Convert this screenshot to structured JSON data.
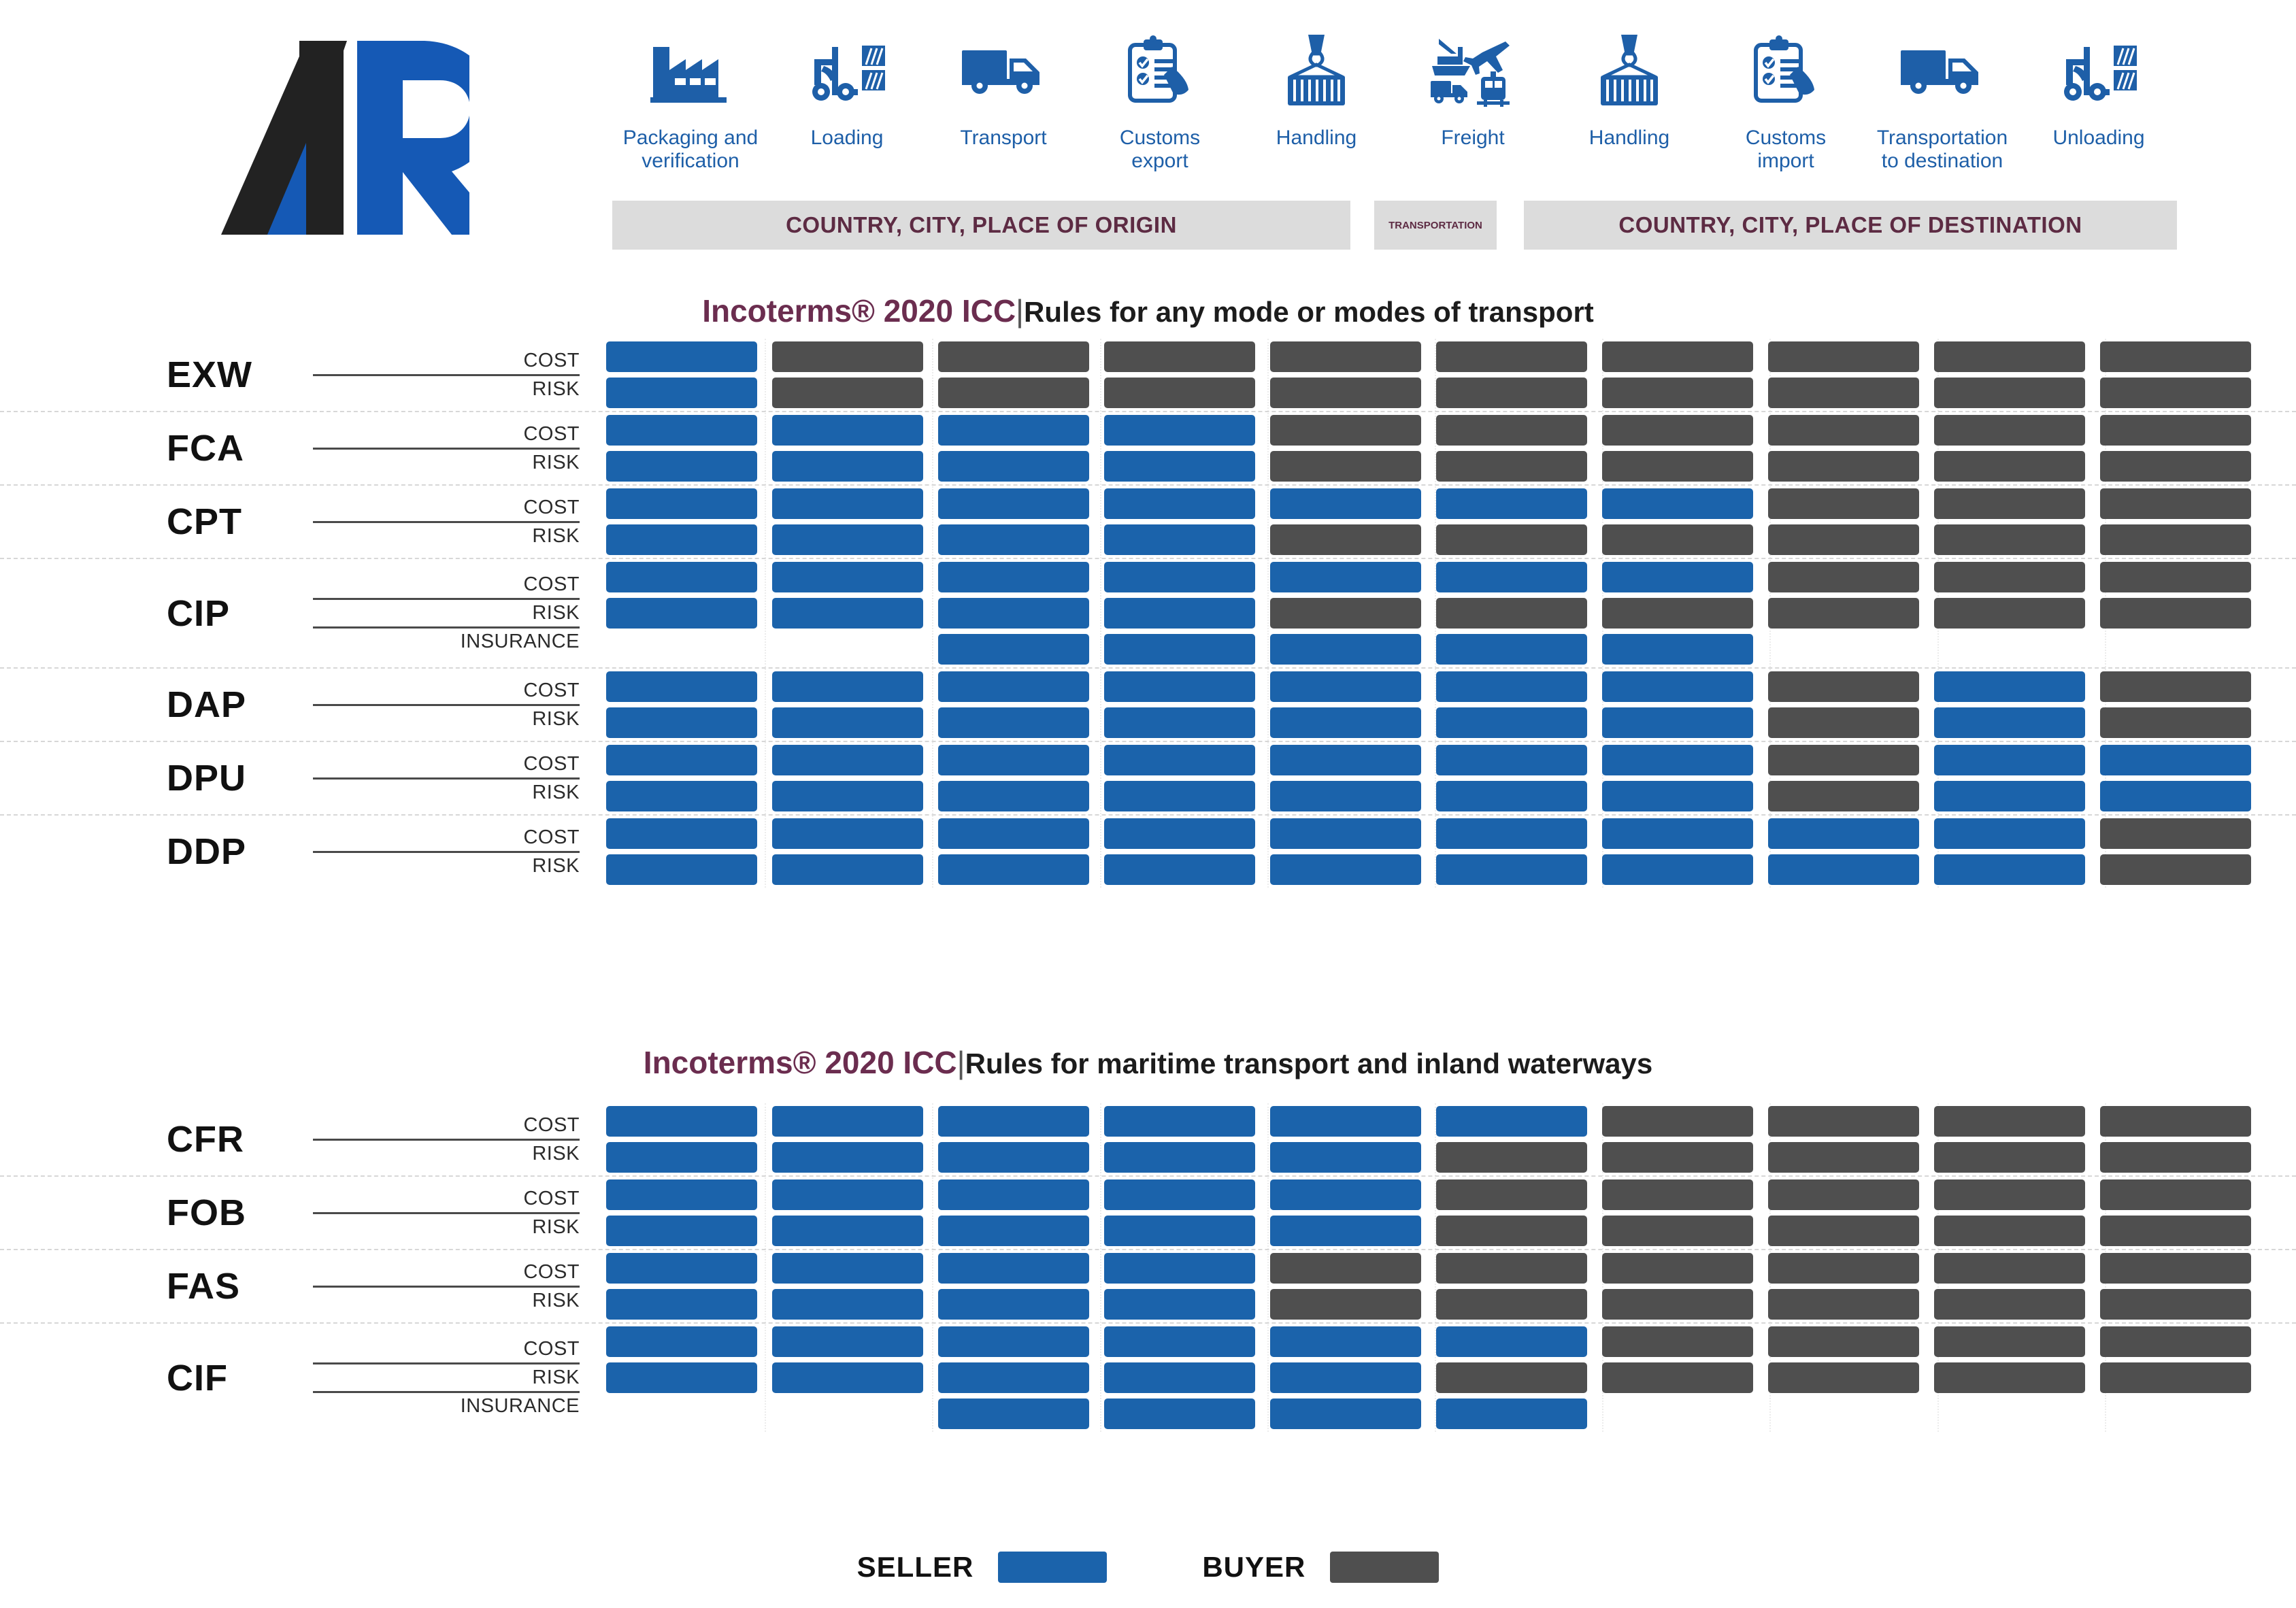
{
  "logo": {
    "name": "AR",
    "dark_color": "#222222",
    "blue_color": "#1559b5"
  },
  "header": {
    "stages": [
      {
        "icon": "factory-icon",
        "label": "Packaging and\nverification"
      },
      {
        "icon": "forklift-loading-icon",
        "label": "Loading"
      },
      {
        "icon": "truck-icon",
        "label": "Transport"
      },
      {
        "icon": "customs-clipboard-icon",
        "label": "Customs\nexport"
      },
      {
        "icon": "container-crane-icon",
        "label": "Handling"
      },
      {
        "icon": "freight-multimodal-icon",
        "label": "Freight"
      },
      {
        "icon": "container-crane-icon",
        "label": "Handling"
      },
      {
        "icon": "customs-clipboard-icon",
        "label": "Customs\nimport"
      },
      {
        "icon": "truck-icon",
        "label": "Transportation\nto destination"
      },
      {
        "icon": "forklift-unloading-icon",
        "label": "Unloading"
      }
    ],
    "origin_bar": "COUNTRY, CITY, PLACE OF ORIGIN",
    "transport_bar": "TRANSPORTATION",
    "destination_bar": "COUNTRY, CITY, PLACE OF DESTINATION"
  },
  "sections": [
    {
      "title_brand": "Incoterms® 2020 ICC",
      "title_sep": "|",
      "title_rest": "Rules for any mode or modes of transport",
      "rows": [
        {
          "code": "EXW",
          "lines": [
            {
              "label": "COST",
              "cells": [
                "S",
                "B",
                "B",
                "B",
                "B",
                "B",
                "B",
                "B",
                "B",
                "B"
              ]
            },
            {
              "label": "RISK",
              "cells": [
                "S",
                "B",
                "B",
                "B",
                "B",
                "B",
                "B",
                "B",
                "B",
                "B"
              ]
            }
          ]
        },
        {
          "code": "FCA",
          "lines": [
            {
              "label": "COST",
              "cells": [
                "S",
                "S",
                "S",
                "S",
                "B",
                "B",
                "B",
                "B",
                "B",
                "B"
              ]
            },
            {
              "label": "RISK",
              "cells": [
                "S",
                "S",
                "S",
                "S",
                "B",
                "B",
                "B",
                "B",
                "B",
                "B"
              ]
            }
          ]
        },
        {
          "code": "CPT",
          "lines": [
            {
              "label": "COST",
              "cells": [
                "S",
                "S",
                "S",
                "S",
                "S",
                "S",
                "S",
                "B",
                "B",
                "B"
              ]
            },
            {
              "label": "RISK",
              "cells": [
                "S",
                "S",
                "S",
                "S",
                "B",
                "B",
                "B",
                "B",
                "B",
                "B"
              ]
            }
          ]
        },
        {
          "code": "CIP",
          "lines": [
            {
              "label": "COST",
              "cells": [
                "S",
                "S",
                "S",
                "S",
                "S",
                "S",
                "S",
                "B",
                "B",
                "B"
              ]
            },
            {
              "label": "RISK",
              "cells": [
                "S",
                "S",
                "S",
                "S",
                "B",
                "B",
                "B",
                "B",
                "B",
                "B"
              ]
            },
            {
              "label": "INSURANCE",
              "cells": [
                "N",
                "N",
                "S",
                "S",
                "S",
                "S",
                "S",
                "N",
                "N",
                "N"
              ]
            }
          ]
        },
        {
          "code": "DAP",
          "lines": [
            {
              "label": "COST",
              "cells": [
                "S",
                "S",
                "S",
                "S",
                "S",
                "S",
                "S",
                "B",
                "S",
                "B"
              ]
            },
            {
              "label": "RISK",
              "cells": [
                "S",
                "S",
                "S",
                "S",
                "S",
                "S",
                "S",
                "B",
                "S",
                "B"
              ]
            }
          ]
        },
        {
          "code": "DPU",
          "lines": [
            {
              "label": "COST",
              "cells": [
                "S",
                "S",
                "S",
                "S",
                "S",
                "S",
                "S",
                "B",
                "S",
                "S"
              ]
            },
            {
              "label": "RISK",
              "cells": [
                "S",
                "S",
                "S",
                "S",
                "S",
                "S",
                "S",
                "B",
                "S",
                "S"
              ]
            }
          ]
        },
        {
          "code": "DDP",
          "lines": [
            {
              "label": "COST",
              "cells": [
                "S",
                "S",
                "S",
                "S",
                "S",
                "S",
                "S",
                "S",
                "S",
                "B"
              ]
            },
            {
              "label": "RISK",
              "cells": [
                "S",
                "S",
                "S",
                "S",
                "S",
                "S",
                "S",
                "S",
                "S",
                "B"
              ]
            }
          ]
        }
      ]
    },
    {
      "title_brand": "Incoterms® 2020 ICC",
      "title_sep": "|",
      "title_rest": "Rules for maritime transport and inland waterways",
      "rows": [
        {
          "code": "CFR",
          "lines": [
            {
              "label": "COST",
              "cells": [
                "S",
                "S",
                "S",
                "S",
                "S",
                "S",
                "B",
                "B",
                "B",
                "B"
              ]
            },
            {
              "label": "RISK",
              "cells": [
                "S",
                "S",
                "S",
                "S",
                "S",
                "B",
                "B",
                "B",
                "B",
                "B"
              ]
            }
          ]
        },
        {
          "code": "FOB",
          "lines": [
            {
              "label": "COST",
              "cells": [
                "S",
                "S",
                "S",
                "S",
                "S",
                "B",
                "B",
                "B",
                "B",
                "B"
              ]
            },
            {
              "label": "RISK",
              "cells": [
                "S",
                "S",
                "S",
                "S",
                "S",
                "B",
                "B",
                "B",
                "B",
                "B"
              ]
            }
          ]
        },
        {
          "code": "FAS",
          "lines": [
            {
              "label": "COST",
              "cells": [
                "S",
                "S",
                "S",
                "S",
                "B",
                "B",
                "B",
                "B",
                "B",
                "B"
              ]
            },
            {
              "label": "RISK",
              "cells": [
                "S",
                "S",
                "S",
                "S",
                "B",
                "B",
                "B",
                "B",
                "B",
                "B"
              ]
            }
          ]
        },
        {
          "code": "CIF",
          "lines": [
            {
              "label": "COST",
              "cells": [
                "S",
                "S",
                "S",
                "S",
                "S",
                "S",
                "B",
                "B",
                "B",
                "B"
              ]
            },
            {
              "label": "RISK",
              "cells": [
                "S",
                "S",
                "S",
                "S",
                "S",
                "B",
                "B",
                "B",
                "B",
                "B"
              ]
            },
            {
              "label": "INSURANCE",
              "cells": [
                "N",
                "N",
                "S",
                "S",
                "S",
                "S",
                "N",
                "N",
                "N",
                "N"
              ]
            }
          ]
        }
      ]
    }
  ],
  "legend": {
    "seller_label": "SELLER",
    "buyer_label": "BUYER",
    "seller_color": "#1b63ab",
    "buyer_color": "#4f4f4f"
  }
}
